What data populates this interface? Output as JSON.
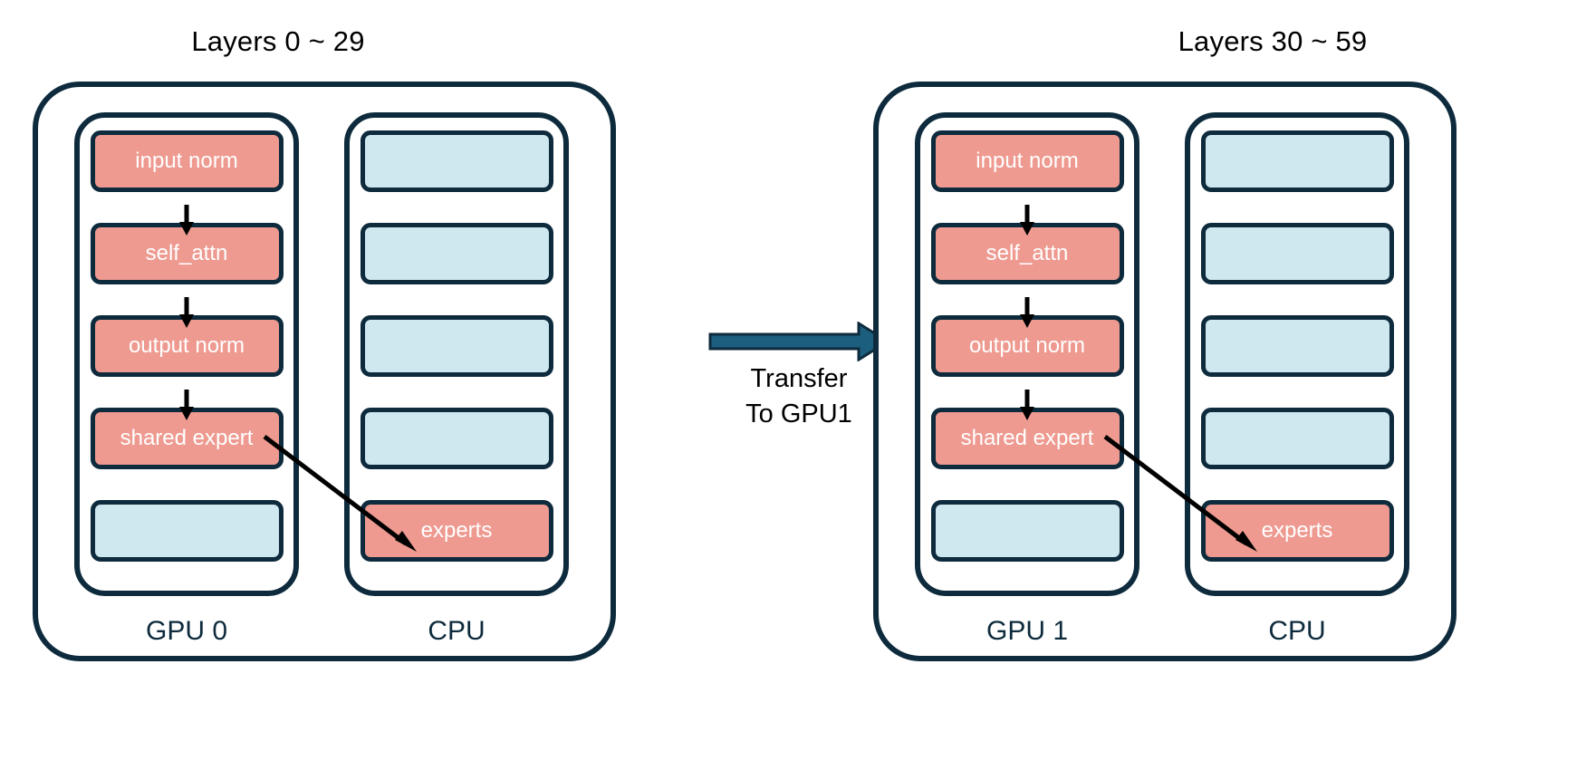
{
  "diagram": {
    "title_left": "Layers 0 ~ 29",
    "title_right": "Layers 30 ~ 59",
    "colors": {
      "active_module": "#EE9A90",
      "inactive_module": "#CFE7EE",
      "outline": "#0E2B3D",
      "transfer_arrow": "#1B5E7E",
      "flow_arrow": "#000000",
      "module_text": "#FFFFFF",
      "background": "#FFFFFF"
    }
  },
  "groups": [
    {
      "id": "group-layers-0-29",
      "title": "Layers 0 ~ 29",
      "gpu": {
        "label": "GPU 0",
        "cells": [
          {
            "label": "input norm",
            "state": "active"
          },
          {
            "label": "self_attn",
            "state": "active"
          },
          {
            "label": "output norm",
            "state": "active"
          },
          {
            "label": "shared expert",
            "state": "active"
          },
          {
            "label": "",
            "state": "inactive"
          }
        ]
      },
      "cpu": {
        "label": "CPU",
        "cells": [
          {
            "label": "",
            "state": "inactive"
          },
          {
            "label": "",
            "state": "inactive"
          },
          {
            "label": "",
            "state": "inactive"
          },
          {
            "label": "",
            "state": "inactive"
          },
          {
            "label": "experts",
            "state": "active"
          }
        ]
      }
    },
    {
      "id": "group-layers-30-59",
      "title": "Layers 30 ~ 59",
      "gpu": {
        "label": "GPU 1",
        "cells": [
          {
            "label": "input norm",
            "state": "active"
          },
          {
            "label": "self_attn",
            "state": "active"
          },
          {
            "label": "output norm",
            "state": "active"
          },
          {
            "label": "shared expert",
            "state": "active"
          },
          {
            "label": "",
            "state": "inactive"
          }
        ]
      },
      "cpu": {
        "label": "CPU",
        "cells": [
          {
            "label": "",
            "state": "inactive"
          },
          {
            "label": "",
            "state": "inactive"
          },
          {
            "label": "",
            "state": "inactive"
          },
          {
            "label": "",
            "state": "inactive"
          },
          {
            "label": "experts",
            "state": "active"
          }
        ]
      }
    }
  ],
  "transfer": {
    "line1": "Transfer",
    "line2": "To GPU1",
    "label": "Transfer To GPU1",
    "direction": "left-to-right"
  }
}
